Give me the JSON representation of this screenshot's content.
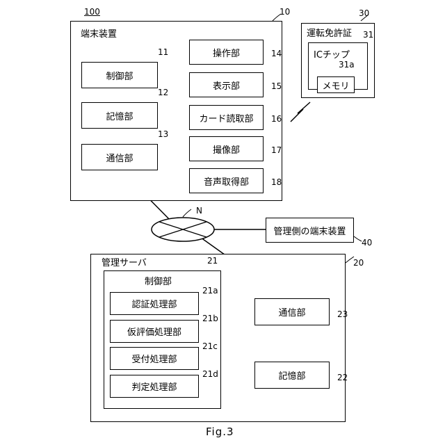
{
  "terminal": {
    "ref": "10",
    "system_ref": "100",
    "title": "端末装置",
    "left_components": [
      {
        "name": "制御部",
        "ref": "11"
      },
      {
        "name": "記憶部",
        "ref": "12"
      },
      {
        "name": "通信部",
        "ref": "13"
      }
    ],
    "right_components": [
      {
        "name": "操作部",
        "ref": "14"
      },
      {
        "name": "表示部",
        "ref": "15"
      },
      {
        "name": "カード読取部",
        "ref": "16"
      },
      {
        "name": "撮像部",
        "ref": "17"
      },
      {
        "name": "音声取得部",
        "ref": "18"
      }
    ]
  },
  "license": {
    "ref": "30",
    "title": "運転免許証",
    "chip": {
      "ref": "31",
      "title": "ICチップ"
    },
    "memory": {
      "ref": "31a",
      "name": "メモリ"
    }
  },
  "network": {
    "ref": "N"
  },
  "admin_terminal": {
    "name": "管理側の端末装置",
    "ref": "40"
  },
  "server": {
    "ref": "20",
    "title": "管理サーバ",
    "control": {
      "ref": "21",
      "title": "制御部",
      "units": [
        {
          "name": "認証処理部",
          "ref": "21a"
        },
        {
          "name": "仮評価処理部",
          "ref": "21b"
        },
        {
          "name": "受付処理部",
          "ref": "21c"
        },
        {
          "name": "判定処理部",
          "ref": "21d"
        }
      ]
    },
    "comm": {
      "name": "通信部",
      "ref": "23"
    },
    "storage": {
      "name": "記憶部",
      "ref": "22"
    }
  },
  "caption": "Fig.3"
}
